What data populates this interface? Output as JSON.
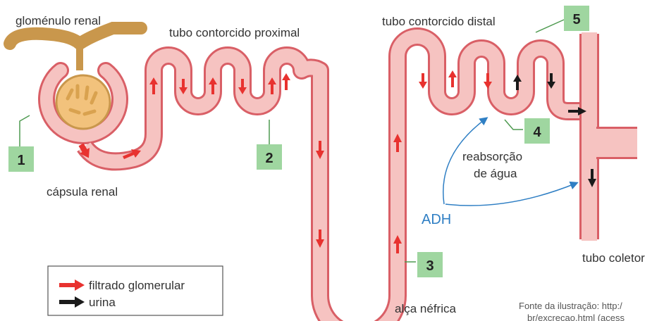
{
  "labels": {
    "glomerulo": "gloménulo renal",
    "proximal": "tubo contorcido proximal",
    "distal": "tubo contorcido distal",
    "capsula": "cápsula renal",
    "alca": "alça néfrica",
    "coletor": "tubo coletor",
    "reabsorcao_1": "reabsorção",
    "reabsorcao_2": "de água",
    "adh": "ADH",
    "fonte_1": "Fonte da ilustração: http:/",
    "fonte_2": "br/excrecao.html (acess"
  },
  "markers": [
    "1",
    "2",
    "3",
    "4",
    "5"
  ],
  "legend": {
    "filtrado": "filtrado glomerular",
    "urina": "urina"
  },
  "colors": {
    "tube_outer": "#d95f66",
    "tube_fill": "#f6c3c1",
    "glomerulus": "#c9974c",
    "arrow_filtrate": "#e8322f",
    "arrow_urine": "#1a1a1a",
    "marker_box": "#9fd6a0",
    "leader_line": "#4e9a50",
    "adh": "#2f7fc4"
  }
}
